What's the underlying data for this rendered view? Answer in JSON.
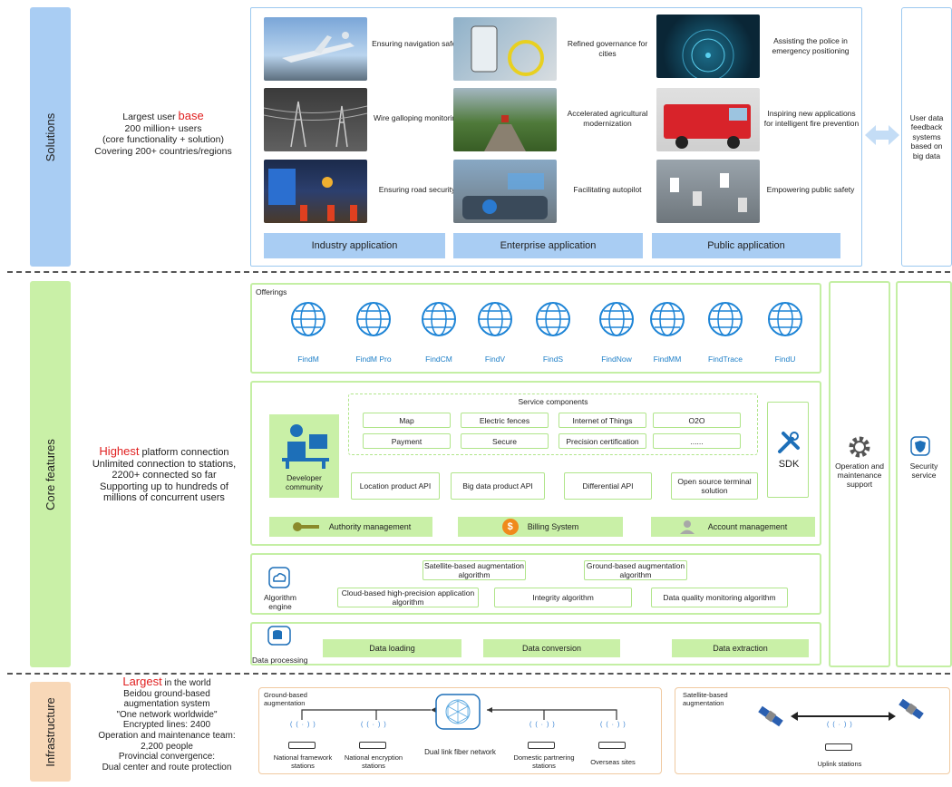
{
  "bands": {
    "solutions": "Solutions",
    "core": "Core features",
    "infra": "Infrastructure"
  },
  "solutions_desc": {
    "pre": "Largest user ",
    "hl": "base",
    "l2": "200 million+ users",
    "l3": "(core functionality + solution)",
    "l4": "Covering 200+ countries/regions"
  },
  "industry": {
    "items": [
      "Ensuring navigation safety",
      "Wire galloping monitoring",
      "Ensuring road security"
    ],
    "bar": "Industry application"
  },
  "enterprise": {
    "items": [
      "Refined governance for cities",
      "Accelerated agricultural modernization",
      "Facilitating autopilot"
    ],
    "bar": "Enterprise application"
  },
  "public_app": {
    "items": [
      "Assisting the police in emergency positioning",
      "Inspiring new applications for intelligent fire prevention",
      "Empowering public safety"
    ],
    "bar": "Public application"
  },
  "feedback": "User data feedback systems based on big data",
  "core_desc": {
    "hl": "Highest",
    "post": " platform connection",
    "l2": "Unlimited connection to stations,",
    "l3": "2200+ connected so far",
    "l4": "Supporting up to hundreds of",
    "l5": "millions of concurrent users"
  },
  "offerings": {
    "title": "Offerings",
    "items": [
      "FindM",
      "FindM Pro",
      "FindCM",
      "FindV",
      "FindS",
      "FindNow",
      "FindMM",
      "FindTrace",
      "FindU"
    ]
  },
  "services": {
    "title": "Service components",
    "row1": [
      "Map",
      "Electric fences",
      "Internet of Things",
      "O2O"
    ],
    "row2": [
      "Payment",
      "Secure",
      "Precision certification",
      "......"
    ]
  },
  "developer": "Developer community",
  "apis": [
    "Location product API",
    "Big data product API",
    "Differential API",
    "Open source terminal solution"
  ],
  "sdk": "SDK",
  "mgmt": [
    "Authority management",
    "Billing System",
    "Account management"
  ],
  "billing_symbol": "$",
  "algo": {
    "engine": "Algorithm engine",
    "items": [
      "Satellite-based augmentation algorithm",
      "Ground-based augmentation algorithm",
      "Cloud-based high-precision application algorithm",
      "Integrity algorithm",
      "Data quality monitoring algorithm"
    ]
  },
  "dataproc": {
    "label": "Data processing",
    "items": [
      "Data loading",
      "Data conversion",
      "Data extraction"
    ]
  },
  "ops": "Operation and maintenance support",
  "security": "Security service",
  "infra_desc": {
    "hl": "Largest",
    "post": " in the world",
    "l2": "Beidou ground-based",
    "l3": "augmentation system",
    "l4": "\"One network worldwide\"",
    "l5": "Encrypted lines: 2400",
    "l6": "Operation and maintenance team:",
    "l7": "2,200 people",
    "l8": "Provincial convergence:",
    "l9": "Dual center and route protection"
  },
  "ground": {
    "title": "Ground-based augmentation",
    "stations": [
      "National framework stations",
      "National encryption stations",
      "Domestic partnering stations",
      "Overseas sites"
    ],
    "hub": "Dual link fiber network"
  },
  "satellite": {
    "title": "Satellite-based augmentation",
    "uplink": "Uplink stations"
  },
  "colors": {
    "blue_band": "#a9cdf3",
    "green_band": "#c9f0a7",
    "orange_band": "#f8d8b8",
    "accent_red": "#e02020",
    "icon_blue": "#2080c8"
  }
}
